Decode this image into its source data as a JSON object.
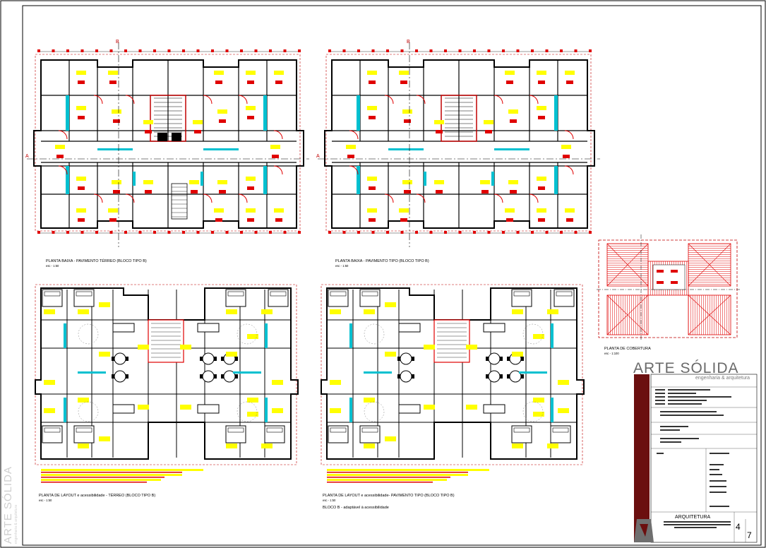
{
  "drawings": {
    "plan1": {
      "title": "PLANTA BAIXA - PAVIMENTO TÉRREO (BLOCO TIPO B)",
      "scale": "esc - 1:50"
    },
    "plan2": {
      "title": "PLANTA BAIXA - PAVIMENTO TIPO (BLOCO TIPO B)",
      "scale": "esc - 1:50"
    },
    "plan3": {
      "title": "PLANTA DE LAYOUT e acessibilidade - TÉRREO (BLOCO TIPO B)",
      "scale": "esc - 1:50"
    },
    "plan4": {
      "title": "PLANTA DE LAYOUT e acessibilidade- PAVIMENTO TIPO (BLOCO TIPO B)",
      "scale": "esc - 1:50",
      "note": "BLOCO B - adaptável à acessibilidade"
    },
    "roof": {
      "title": "PLANTA DE COBERTURA",
      "scale": "esc - 1:100"
    }
  },
  "axis_labels": {
    "section_a": "A",
    "section_b": "B"
  },
  "title_block": {
    "brand": "ARTE SÓLIDA",
    "brand_sub": "engenharia & arquitetura",
    "discipline": "ARQUITETURA",
    "sheet_no": "4",
    "sheet_total": "7"
  },
  "side_brand": {
    "brand": "ARTE SÓLIDA",
    "brand_sub": "engenharia & arquitetura"
  },
  "colors": {
    "walls": "#000000",
    "furniture_highlight": "#ffff00",
    "annotation": "#e00000",
    "glazing": "#00c0d0",
    "title_accent": "#6b0f0f"
  }
}
